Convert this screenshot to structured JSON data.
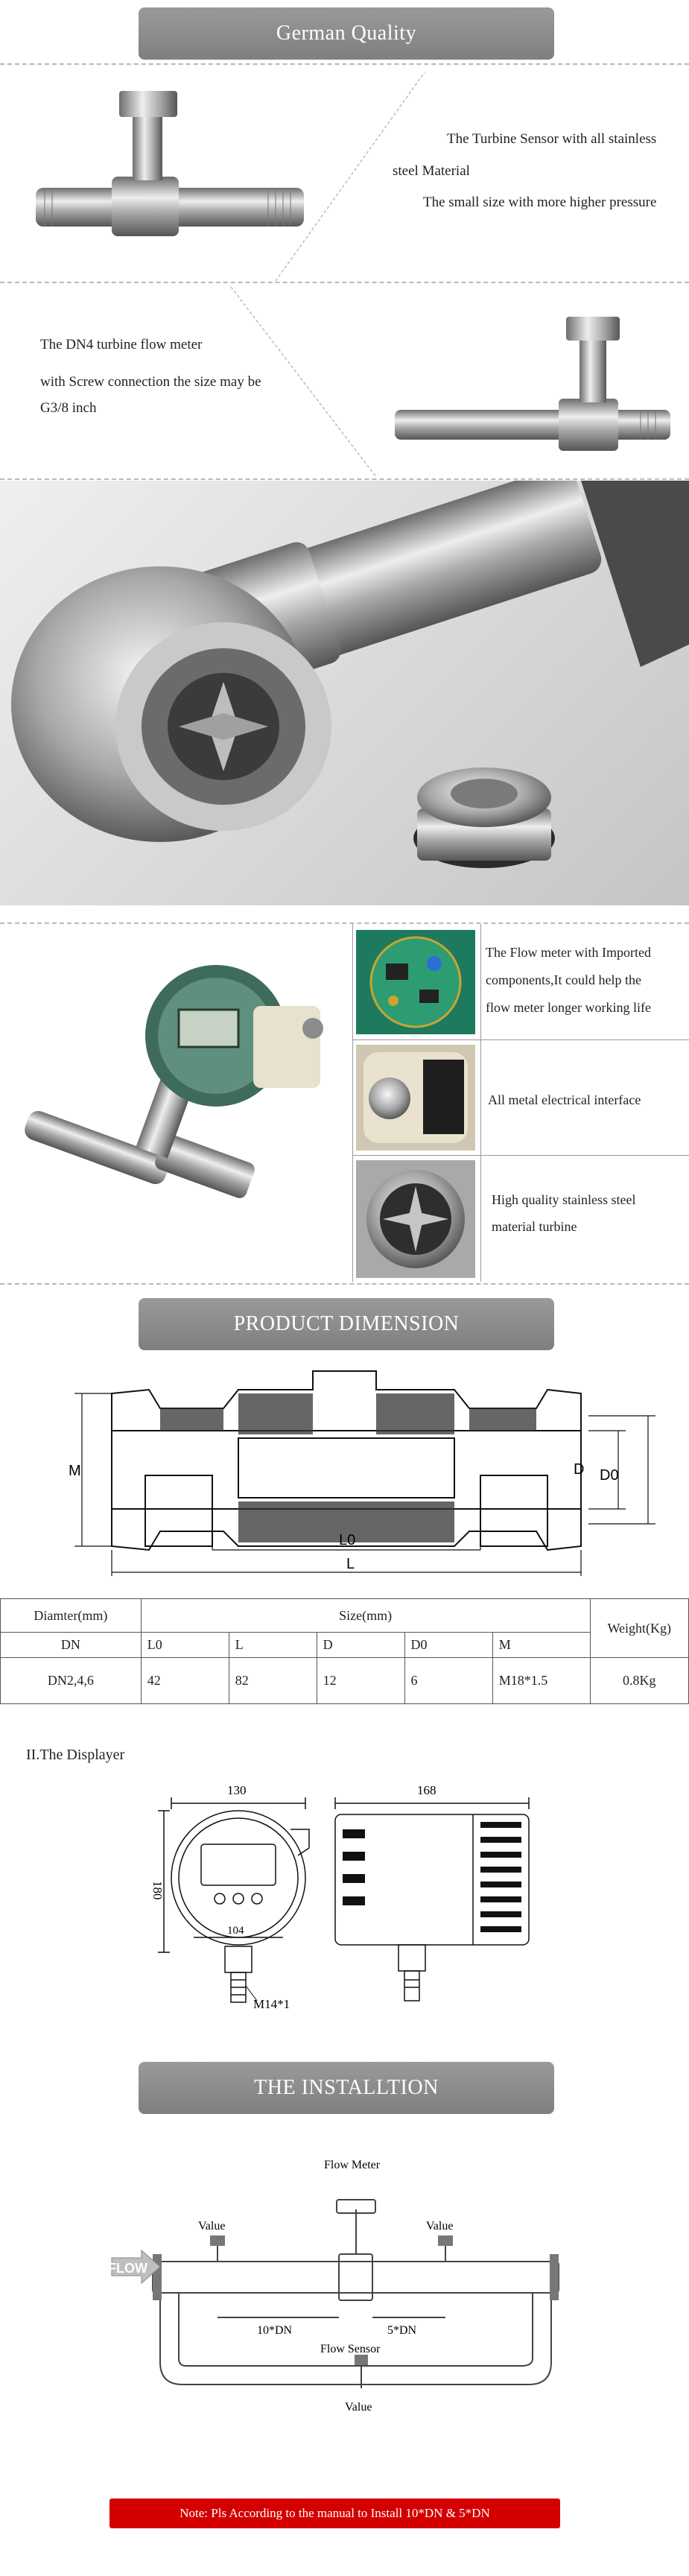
{
  "banners": {
    "quality": "German Quality",
    "dimension": "PRODUCT DIMENSION",
    "install": "THE INSTALLTION"
  },
  "section1": {
    "lines": [
      "The Turbine Sensor with all stainless",
      "steel Material",
      "The small size with more higher pressure"
    ]
  },
  "section2": {
    "lines": [
      "The DN4 turbine flow meter",
      "with Screw connection the size may be",
      "G3/8 inch"
    ]
  },
  "features": [
    {
      "lines": [
        "The Flow meter with Imported",
        "components,It could help the",
        "flow meter longer working life"
      ]
    },
    {
      "lines": [
        "All metal electrical interface"
      ]
    },
    {
      "lines": [
        "High quality stainless steel",
        "material turbine"
      ]
    }
  ],
  "dimension_drawing": {
    "labels": {
      "m": "M",
      "d": "D",
      "d0": "D0",
      "l0": "L0",
      "l": "L"
    }
  },
  "spec_table": {
    "diameter_header": "Diamter(mm)",
    "dn_header": "DN",
    "size_header": "Size(mm)",
    "weight_header": "Weight(Kg)",
    "columns": [
      "L0",
      "L",
      "D",
      "D0",
      "M"
    ],
    "row": {
      "dn": "DN2,4,6",
      "values": [
        "42",
        "82",
        "12",
        "6",
        "M18*1.5"
      ],
      "weight": "0.8Kg"
    }
  },
  "displayer": {
    "title": "II.The Displayer",
    "dim_width": "130",
    "dim_side": "168",
    "dim_height": "180",
    "dim_inner": "104",
    "thread": "M14*1"
  },
  "installation": {
    "flow_meter": "Flow Meter",
    "value_left": "Value",
    "value_right": "Value",
    "value_bottom": "Value",
    "flow": "FLOW",
    "upstream": "10*DN",
    "downstream": "5*DN",
    "sensor": "Flow Sensor"
  },
  "note": "Note: Pls According to the manual to Install 10*DN & 5*DN",
  "colors": {
    "banner": "#888888",
    "note": "#d40000"
  }
}
